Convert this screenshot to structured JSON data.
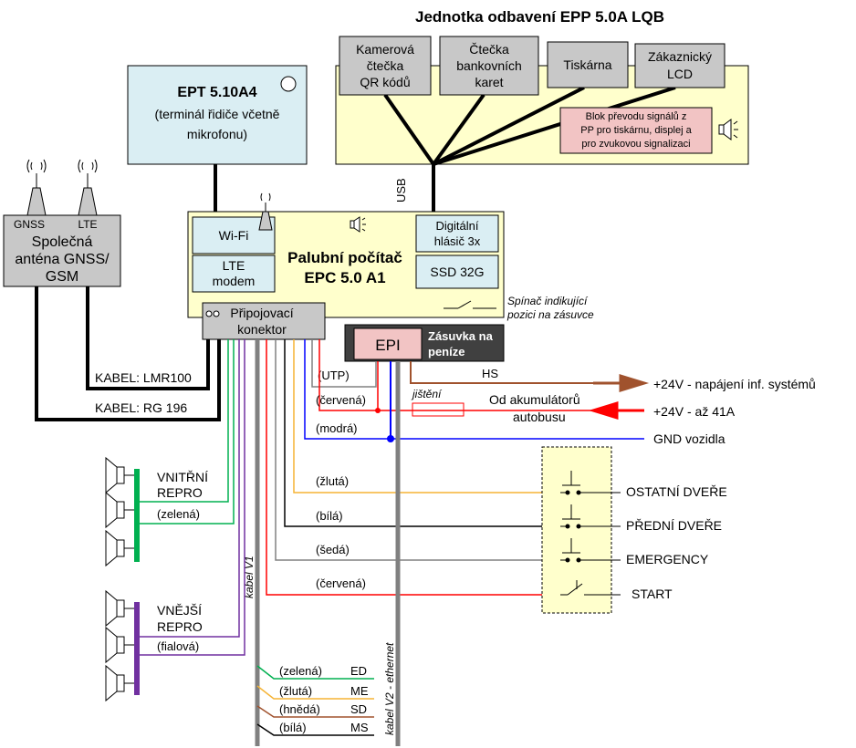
{
  "title": "Jednotka odbavení EPP 5.0A LQB",
  "epp_modules": {
    "camera": [
      "Kamerová",
      "čtečka",
      "QR kódů"
    ],
    "card_reader": [
      "Čtečka",
      "bankovních",
      "karet"
    ],
    "printer": "Tiskárna",
    "lcd": [
      "Zákaznický",
      "LCD"
    ],
    "converter": [
      "Blok převodu signálů z",
      "PP pro tiskárnu, displej a",
      "pro zvukovou signalizaci"
    ]
  },
  "usb_label": "USB",
  "ept": {
    "title": "EPT 5.10A4",
    "subtitle": [
      "(terminál řidiče včetně",
      "mikrofonu)"
    ]
  },
  "antenna": {
    "gnss": "GNSS",
    "lte": "LTE",
    "label": [
      "Společná",
      "anténa GNSS/",
      "GSM"
    ]
  },
  "epc": {
    "wifi": "Wi-Fi",
    "lte_modem": [
      "LTE",
      "modem"
    ],
    "title": [
      "Palubní počítač",
      "EPC 5.0 A1"
    ],
    "digital_announcer": [
      "Digitální",
      "hlásič 3x"
    ],
    "ssd": "SSD 32G",
    "switch_note": [
      "Spínač indikující",
      "pozici na zásuvce"
    ],
    "connector": [
      "Připojovací",
      "konektor"
    ]
  },
  "epi": {
    "label": "EPI",
    "socket": [
      "Zásuvka na",
      "peníze"
    ]
  },
  "cables": {
    "lmr100": "KABEL: LMR100",
    "rg196": "KABEL: RG 196",
    "utp": "(UTP)",
    "cervena1": "(červená)",
    "modra": "(modrá)",
    "zluta": "(žlutá)",
    "bila": "(bílá)",
    "seda": "(šedá)",
    "cervena2": "(červená)",
    "hs": "HS",
    "jisteni": "jištění",
    "akumulator": [
      "Od akumulátorů",
      "autobusu"
    ],
    "kabel_v1": "kabel V1",
    "kabel_v2": "kabel V2 - ethernet"
  },
  "power": {
    "napajeni": "+24V - napájení inf. systémů",
    "az41a": "+24V - až 41A",
    "gnd": "GND vozidla"
  },
  "doors": {
    "ostatni": "OSTATNÍ DVEŘE",
    "predni": "PŘEDNÍ DVEŘE",
    "emergency": "EMERGENCY",
    "start": "START"
  },
  "speakers": {
    "inner": [
      "VNITŘNÍ",
      "REPRO"
    ],
    "inner_color": "(zelená)",
    "outer": [
      "VNĚJŠÍ",
      "REPRO"
    ],
    "outer_color": "(fialová)"
  },
  "bottom_wires": [
    {
      "color_label": "(zelená)",
      "code": "ED"
    },
    {
      "color_label": "(žlutá)",
      "code": "ME"
    },
    {
      "color_label": "(hnědá)",
      "code": "SD"
    },
    {
      "color_label": "(bílá)",
      "code": "MS"
    }
  ],
  "colors": {
    "yellow_box": "#ffffcc",
    "blue_box": "#daeef3",
    "gray_box": "#c8c8c8",
    "pink_box": "#f2c4c4",
    "dark_box": "#404040",
    "red": "#ff0000",
    "blue": "#0000ff",
    "brown": "#a0522d",
    "orange_yellow": "#f5b335",
    "green": "#00b050",
    "purple": "#7030a0",
    "gray_wire": "#808080"
  }
}
